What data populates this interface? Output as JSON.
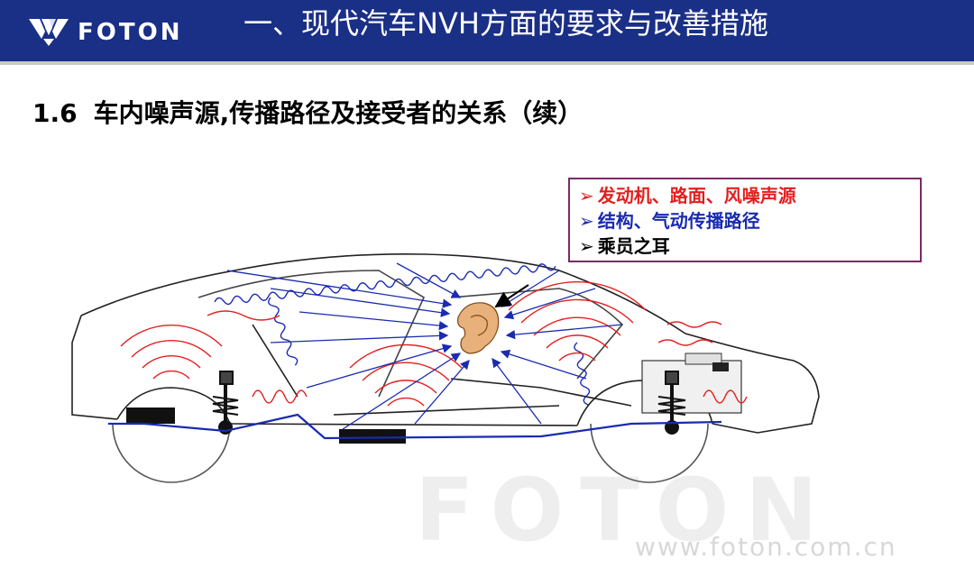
{
  "header": {
    "logo_text": "FOTON",
    "title": "一、现代汽车NVH方面的要求与改善措施"
  },
  "subtitle": {
    "number": "1.6",
    "text": "车内噪声源,传播路径及接受者的关系（续）"
  },
  "legend": {
    "items": [
      {
        "marker": "➢",
        "label": "发动机、路面、风噪声源",
        "color": "#e41e1e"
      },
      {
        "marker": "➢",
        "label": "结构、气动传播路径",
        "color": "#1a2bb0"
      },
      {
        "marker": "➢",
        "label": "乘员之耳",
        "color": "#000000"
      }
    ],
    "border_color": "#7a2a66"
  },
  "watermark": {
    "brand": "FOTON",
    "website": "www.foton.com.cn"
  },
  "colors": {
    "header_bg": "#1a2f86",
    "noise_source": "#e41e1e",
    "path": "#1a2bb0",
    "ear": "#e8b07a"
  }
}
